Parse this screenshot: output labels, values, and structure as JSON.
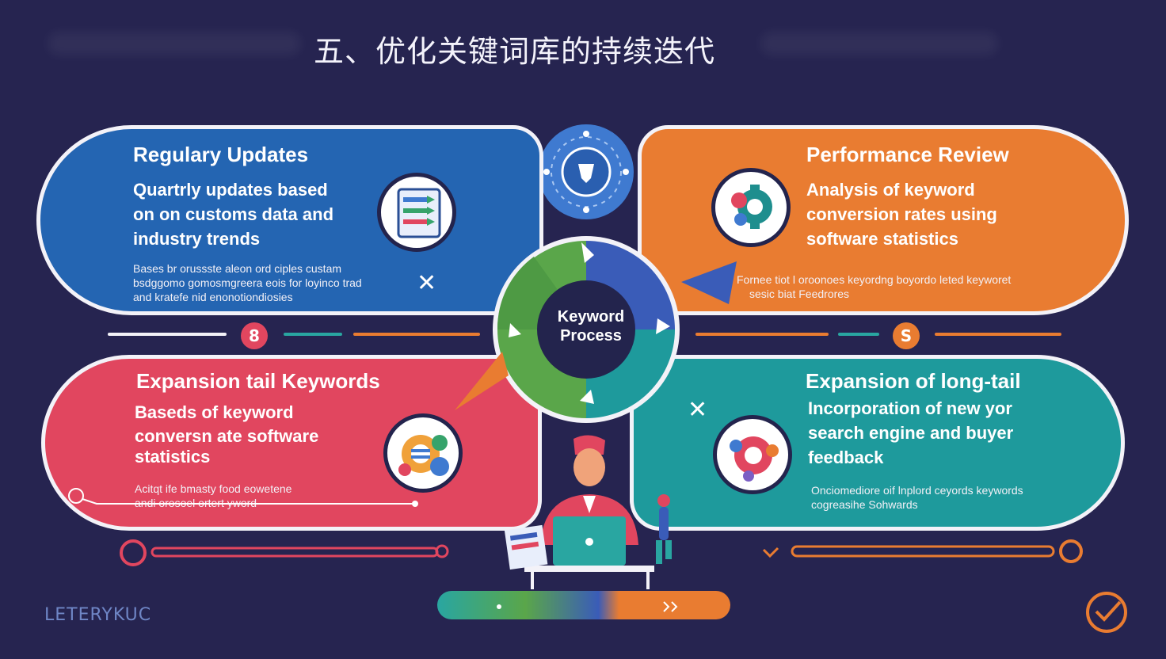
{
  "title": "五、优化关键词库的持续迭代",
  "center": {
    "line1": "Keyword",
    "line2": "Process"
  },
  "panels": {
    "top_left": {
      "heading": "Regulary Updates",
      "body": [
        "Quartrly updates based",
        "on on customs data and",
        "industry trends"
      ],
      "small": [
        "Bases br orussste aleon ord ciples custam",
        "bsdggomo gomosmgreera eois for loyinco trad",
        "and kratefe nid enonotiondiosies"
      ]
    },
    "top_right": {
      "heading": "Performance Review",
      "body": [
        "Analysis of keyword",
        "conversion rates using",
        "software statistics"
      ],
      "small": [
        "Fornee tiot l oroonoes keyordng boyordo leted keyworet",
        "sesic biat Feedrores"
      ]
    },
    "bottom_left": {
      "heading": "Expansion tail Keywords",
      "body": [
        "Baseds of keyword",
        "conversn ate software",
        "statistics"
      ],
      "small": [
        "Acitqt ife bmasty food eowetene",
        "andi orosoel ortert yword"
      ]
    },
    "bottom_right": {
      "heading": "Expansion of long-tail",
      "body": [
        "Incorporation of new yor",
        "search engine and buyer",
        "feedback"
      ],
      "small": [
        "Onciomediore oif lnplord ceyords keywords",
        "cogreasihe Sohwards"
      ]
    }
  },
  "badges": {
    "left": "8",
    "right": "S"
  },
  "close_symbol": "✕",
  "brand": "LETERYKUC",
  "colors": {
    "background": "#262450",
    "blue": "#2465b2",
    "orange": "#e97c31",
    "red": "#e1465f",
    "teal": "#1e9a9c",
    "green": "#5aa64a"
  }
}
